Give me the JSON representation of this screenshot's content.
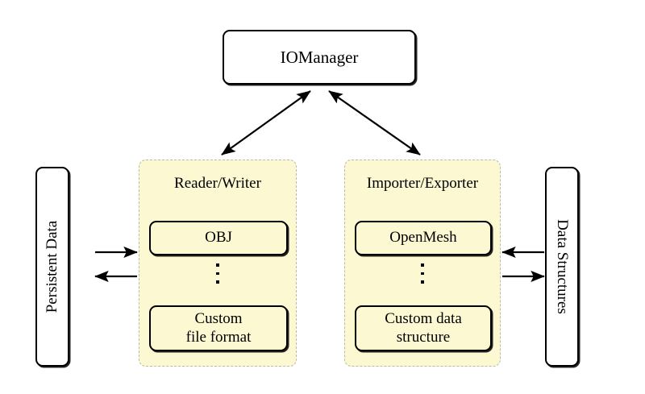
{
  "diagram": {
    "title_node": {
      "label": "IOManager"
    },
    "panels": [
      {
        "id": "reader-writer",
        "title": "Reader/Writer",
        "items": [
          {
            "label": "OBJ"
          },
          {
            "label": "Custom\nfile format",
            "line1": "Custom",
            "line2": "file format"
          }
        ],
        "ellipsis": "vertical-dots"
      },
      {
        "id": "importer-exporter",
        "title": "Importer/Exporter",
        "items": [
          {
            "label": "OpenMesh"
          },
          {
            "label": "Custom data\nstructure",
            "line1": "Custom data",
            "line2": "structure"
          }
        ],
        "ellipsis": "vertical-dots"
      }
    ],
    "side_nodes": [
      {
        "id": "persistent-data",
        "label": "Persistent Data",
        "rotation": "-90"
      },
      {
        "id": "data-structures",
        "label": "Data Structures",
        "rotation": "90"
      }
    ],
    "connections": [
      {
        "from": "IOManager",
        "to": "Reader/Writer",
        "style": "double-headed-diagonal"
      },
      {
        "from": "IOManager",
        "to": "Importer/Exporter",
        "style": "double-headed-diagonal"
      },
      {
        "from": "Persistent Data",
        "to": "Reader/Writer",
        "style": "arrow-right"
      },
      {
        "from": "Reader/Writer",
        "to": "Persistent Data",
        "style": "arrow-left"
      },
      {
        "from": "Data Structures",
        "to": "Importer/Exporter",
        "style": "arrow-left"
      },
      {
        "from": "Importer/Exporter",
        "to": "Data Structures",
        "style": "arrow-right"
      }
    ],
    "colors": {
      "panel_fill": "#fbf8d2",
      "panel_border": "#b9b9ae",
      "node_border": "#000000",
      "background": "#ffffff"
    }
  }
}
